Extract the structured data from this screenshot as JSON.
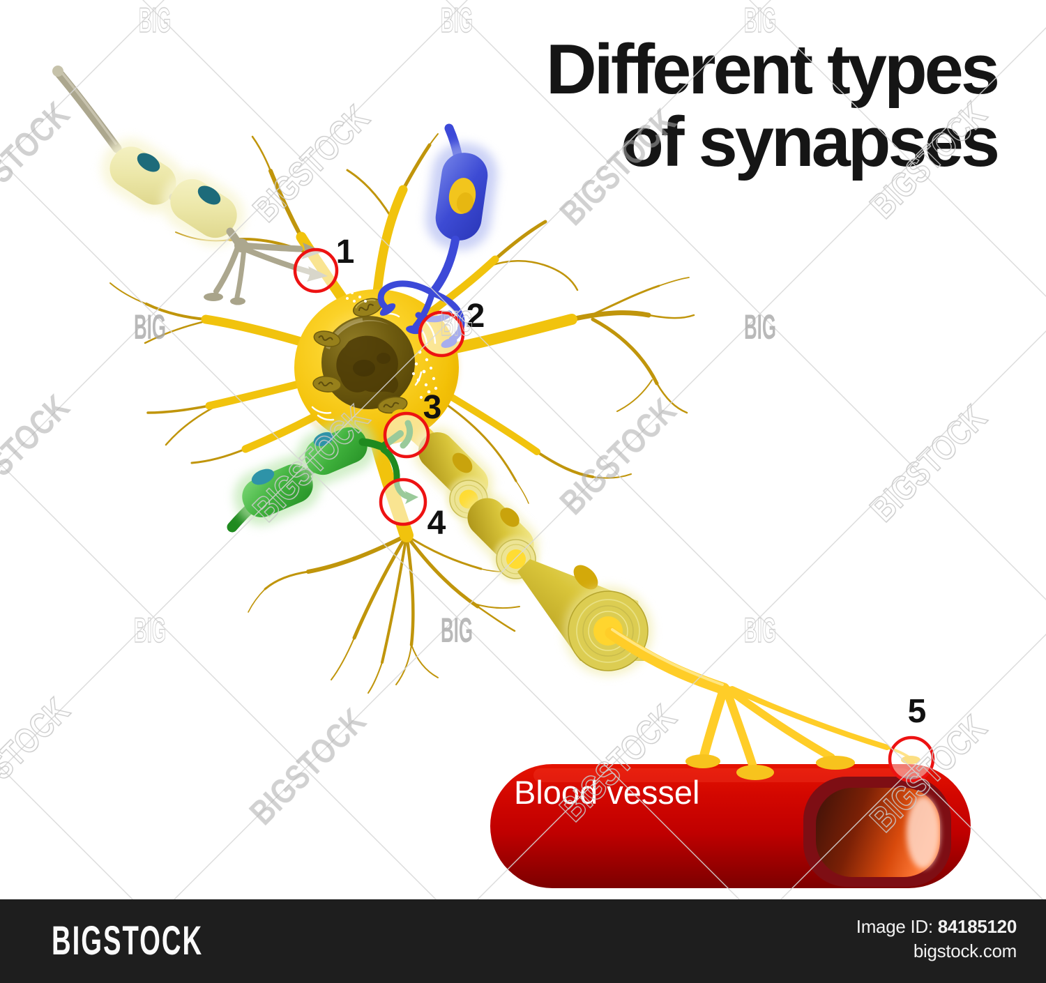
{
  "title": {
    "line1": "Different types",
    "line2": "of synapses"
  },
  "diagram": {
    "blood_vessel_label": "Blood vessel",
    "synapse_numbers": [
      "1",
      "2",
      "3",
      "4",
      "5"
    ]
  },
  "watermark": {
    "big": "BIG",
    "bigstock": "BIGSTOCK"
  },
  "footer": {
    "logo": "BIGSTOCK",
    "image_id_label": "Image ID:",
    "image_id_value": "84185120",
    "website": "bigstock.com"
  },
  "colors": {
    "background": "#FFFFFF",
    "title_text": "#151515",
    "neuron_yellow": "#F5C60E",
    "dendrite_gold": "#C0950B",
    "myelin_yellow": "#D9C53A",
    "gray_neuron": "#ACA78E",
    "pale_myelin": "#ECE7A8",
    "blue_neuron": "#3C49D8",
    "green_neuron": "#3FB13C",
    "dark_green": "#1F8A1F",
    "schwann_nucleus_teal": "#2E93A8",
    "cell_nucleus_olive": "#6F5C10",
    "synapse_circle_red": "#ED1212",
    "vessel_red": "#C00000",
    "vessel_lumen_orange": "#D84A0C",
    "watermark_gray": "#ABABAB",
    "footer_bg": "#1E1E1E",
    "footer_text": "#FFFFFF"
  }
}
